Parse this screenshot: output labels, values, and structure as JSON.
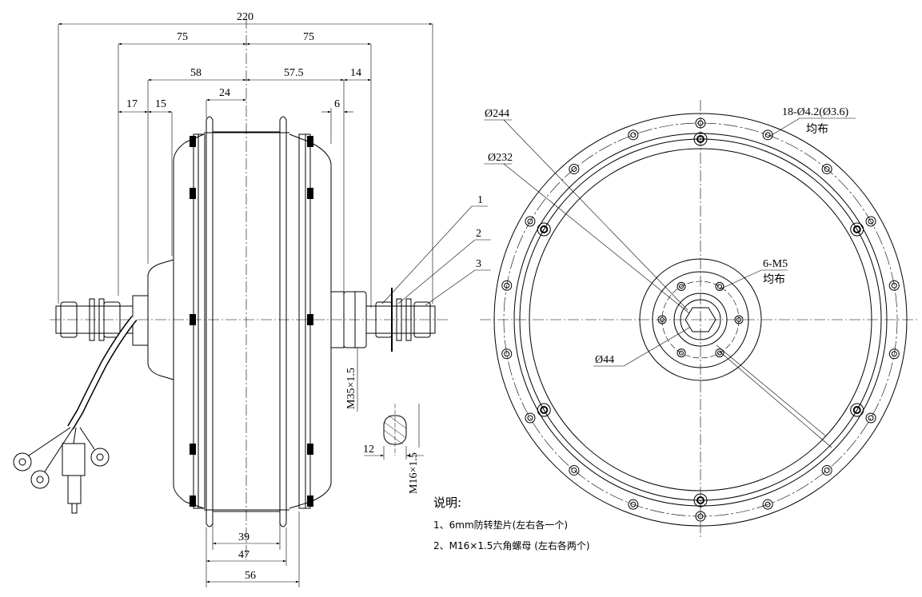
{
  "side_view": {
    "dims_top": {
      "overall": "220",
      "left_half": "75",
      "right_half": "75",
      "left_58": "58",
      "right_57_5": "57.5",
      "right_14": "14",
      "left_17": "17",
      "left_15": "15",
      "center_24": "24",
      "right_6": "6"
    },
    "dims_bottom": {
      "d39": "39",
      "d47": "47",
      "d56": "56"
    },
    "thread_main": "M35×1.5",
    "thread_shaft": "M16×1.5",
    "flat_width": "12",
    "callouts": [
      "1",
      "2",
      "3"
    ]
  },
  "front_view": {
    "d244": "Ø244",
    "d232": "Ø232",
    "d44": "Ø44",
    "holes_outer": "18-Ø4.2(Ø3.6)",
    "holes_outer_note": "均布",
    "holes_inner": "6-M5",
    "holes_inner_note": "均布"
  },
  "notes": {
    "title": "说明:",
    "items": [
      "1、6mm防转垫片(左右各一个)",
      "2、M16×1.5六角螺母 (左右各两个)"
    ]
  },
  "colors": {
    "line": "#000000",
    "background": "#ffffff"
  }
}
